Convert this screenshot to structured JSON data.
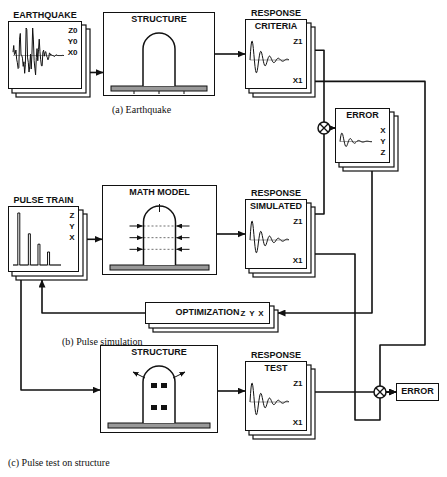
{
  "diagram": {
    "nodes": [
      {
        "text": [
          "EARTHQUAKE"
        ]
      },
      {
        "text": [
          "STRUCTURE"
        ]
      },
      {
        "text": [
          "RESPONSE",
          "CRITERIA"
        ]
      },
      {
        "text": [
          "ERROR"
        ]
      },
      {
        "text": [
          "PULSE TRAIN"
        ]
      },
      {
        "text": [
          "MATH MODEL"
        ]
      },
      {
        "text": [
          "RESPONSE",
          "SIMULATED"
        ]
      },
      {
        "text": [
          "OPTIMIZATION"
        ]
      },
      {
        "text": [
          "STRUCTURE"
        ]
      },
      {
        "text": [
          "RESPONSE",
          "TEST"
        ]
      },
      {
        "text": [
          "ERROR"
        ]
      }
    ],
    "edges": [
      {
        "from": 0,
        "to": 1,
        "arrow": "to"
      },
      {
        "from": 1,
        "to": 2,
        "arrow": "to"
      },
      {
        "from": 2,
        "to": 3,
        "arrow": "to"
      },
      {
        "from": 6,
        "to": 3,
        "arrow": "to"
      },
      {
        "from": 4,
        "to": 5,
        "arrow": "to"
      },
      {
        "from": 5,
        "to": 6,
        "arrow": "to"
      },
      {
        "from": 3,
        "to": 7,
        "arrow": "to"
      },
      {
        "from": 7,
        "to": 4,
        "arrow": "to"
      },
      {
        "from": 4,
        "to": 8,
        "arrow": "to"
      },
      {
        "from": 8,
        "to": 9,
        "arrow": "to"
      },
      {
        "from": 2,
        "to": 10,
        "arrow": "to"
      },
      {
        "from": 6,
        "to": 10,
        "arrow": "to"
      },
      {
        "from": 9,
        "to": 10,
        "arrow": "to"
      }
    ],
    "labels": [
      "Z0",
      "Y0",
      "X0",
      "Z1",
      "X1",
      "X",
      "Y",
      "Z",
      "Z",
      "Y",
      "X",
      "Z1",
      "X1",
      "Z",
      "Y",
      "X",
      "Z1",
      "X1",
      "(a) Earthquake",
      "(b) Pulse simulation",
      "(c) Pulse test on structure"
    ]
  }
}
